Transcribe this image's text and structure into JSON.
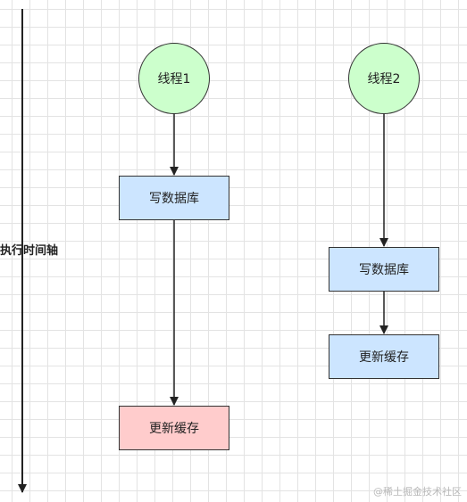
{
  "axis": {
    "label": "执行时间轴"
  },
  "thread1": {
    "name": "线程1",
    "steps": [
      "写数据库",
      "更新缓存"
    ]
  },
  "thread2": {
    "name": "线程2",
    "steps": [
      "写数据库",
      "更新缓存"
    ]
  },
  "colors": {
    "thread_node": "#ccffcc",
    "step_normal": "#cce5ff",
    "step_highlight": "#ffcccc"
  },
  "watermark": "@稀土掘金技术社区"
}
